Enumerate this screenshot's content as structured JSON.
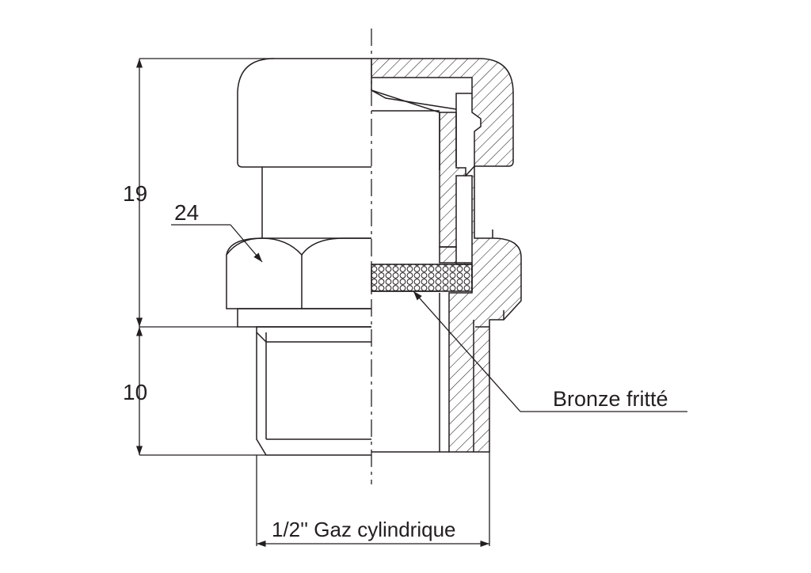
{
  "dimensions": {
    "total_height": "19",
    "thread_length": "10",
    "hex_size": "24"
  },
  "labels": {
    "material": "Bronze fritté",
    "thread_spec": "1/2'' Gaz cylindrique"
  },
  "colors": {
    "stroke": "#231f20",
    "background": "#ffffff"
  }
}
